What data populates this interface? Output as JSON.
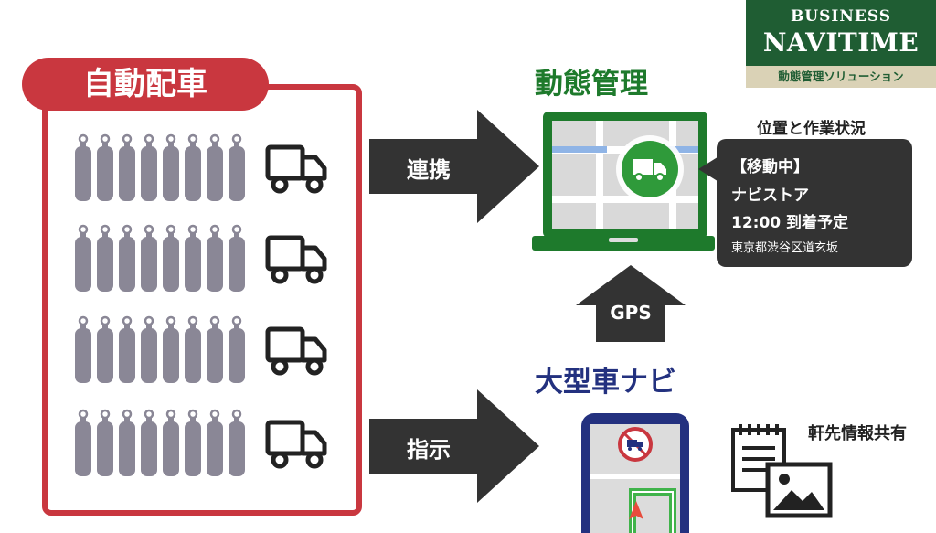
{
  "logo": {
    "line1": "BUSINESS",
    "line2": "NAVITIME",
    "line3": "動態管理ソリューション"
  },
  "panel": {
    "title": "自動配車",
    "rows": 4,
    "cylinders_per_row": 8
  },
  "arrows": {
    "link": "連携",
    "instruct": "指示",
    "gps": "GPS"
  },
  "management": {
    "title": "動態管理",
    "info_label": "位置と作業状況"
  },
  "callout": {
    "status": "【移動中】",
    "destination": "ナビストア",
    "arrival": "12:00 到着予定",
    "address": "東京都渋谷区道玄坂"
  },
  "navi": {
    "title": "大型車ナビ"
  },
  "share": {
    "label": "軒先情報共有"
  },
  "colors": {
    "red": "#c9373f",
    "green": "#1e7a2c",
    "navy": "#23317f",
    "cylinder": "#8a8796",
    "dark": "#333333"
  }
}
